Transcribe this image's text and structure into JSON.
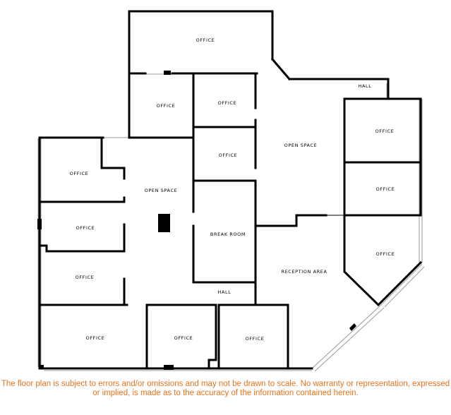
{
  "rooms": {
    "office_top": "OFFICE",
    "office_upper_left": "OFFICE",
    "office_center_top": "OFFICE",
    "office_center_mid": "OFFICE",
    "open_space_right": "OPEN SPACE",
    "hall_top": "HALL",
    "office_right_1": "OFFICE",
    "office_left_1": "OFFICE",
    "open_space_left": "OPEN SPACE",
    "office_right_2": "OFFICE",
    "office_left_2": "OFFICE",
    "break_room": "BREAK ROOM",
    "office_right_3": "OFFICE",
    "reception_area": "RECEPTION AREA",
    "office_left_3": "OFFICE",
    "hall_bottom": "HALL",
    "office_bottom_1": "OFFICE",
    "office_bottom_2": "OFFICE",
    "office_bottom_3": "OFFICE"
  },
  "disclaimer": "The floor plan is subject to errors and/or omissions and may not be drawn to scale. No warranty or representation, expressed or implied, is made as to the accuracy of the information contained herein.",
  "colors": {
    "walls": "#000000",
    "disclaimer_text": "#e8731c",
    "windows": "#9a9a9a"
  }
}
